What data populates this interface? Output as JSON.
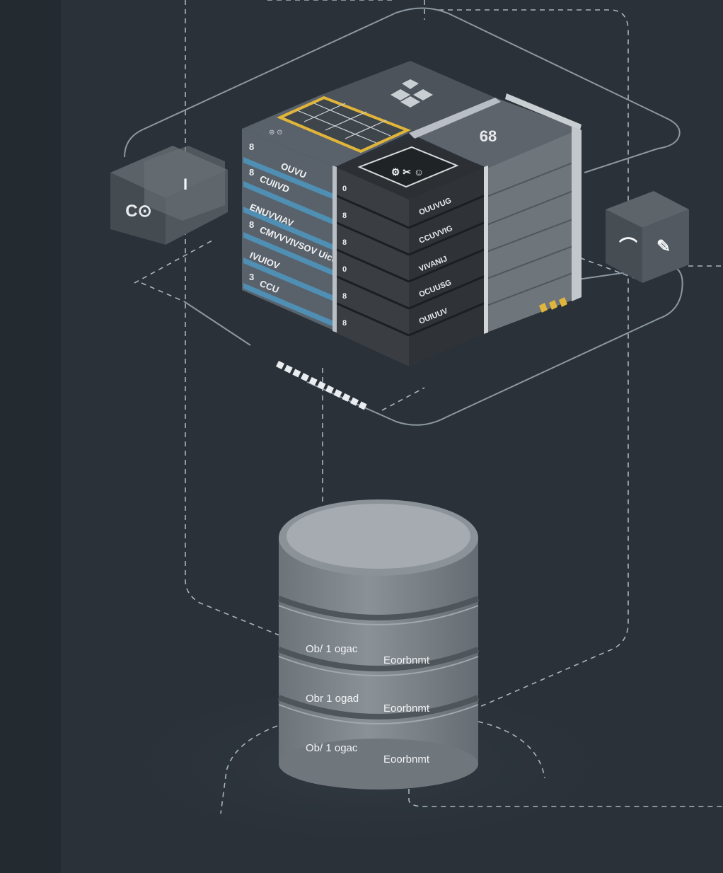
{
  "colors": {
    "background": "#2a3138",
    "left_band": "#232a30",
    "line": "#8d98a3",
    "dashed": "#aab4bd",
    "accent_blue": "#4f8fb4",
    "accent_yellow": "#e0b53a",
    "cylinder": "#7c8389",
    "cylinder_top": "#a5abb1"
  },
  "server_block": {
    "left_rows": [
      {
        "label": "OUVU"
      },
      {
        "label": "CUIIVD"
      },
      {
        "label": "ENUVVIAV"
      },
      {
        "label": "CMVVVIVSOV Uicu"
      },
      {
        "label": "IVUIOV"
      },
      {
        "label": "CCU"
      }
    ],
    "middle_rows": [
      {
        "label": "OUUVUG"
      },
      {
        "label": "CCUVVIG"
      },
      {
        "label": "VIVANIJ"
      },
      {
        "label": "OCUUSG"
      },
      {
        "label": "OUIUUV"
      }
    ],
    "right_top_text": "68"
  },
  "side_cube_left": {
    "glyph": "I",
    "front_text": "C⊙"
  },
  "side_cube_right": {
    "glyph_a": "⌒",
    "glyph_b": "✎"
  },
  "database": {
    "rows": [
      {
        "left": "Ob/ 1 ogac",
        "right": "Eoorbnmt"
      },
      {
        "left": "Obr 1 ogad",
        "right": "Eoorbnmt"
      },
      {
        "left": "Ob/ 1 ogac",
        "right": "Eoorbnmt"
      }
    ]
  }
}
